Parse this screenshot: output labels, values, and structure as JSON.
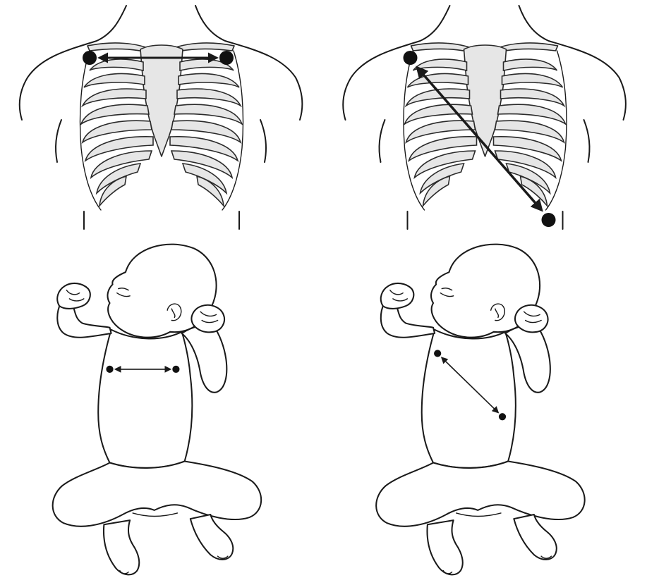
{
  "figure": {
    "panels": [
      {
        "subject": "adult",
        "lead_placement": "horizontal-across-upper-chest",
        "electrode_count": 2
      },
      {
        "subject": "adult",
        "lead_placement": "diagonal-right-shoulder-to-left-lower-chest",
        "electrode_count": 2
      },
      {
        "subject": "infant",
        "lead_placement": "horizontal-across-chest",
        "electrode_count": 2
      },
      {
        "subject": "infant",
        "lead_placement": "diagonal-chest-to-left-abdomen",
        "electrode_count": 2
      }
    ],
    "colors": {
      "line": "#1a1a1a",
      "bone_fill": "#e6e6e6",
      "background": "#ffffff"
    }
  }
}
